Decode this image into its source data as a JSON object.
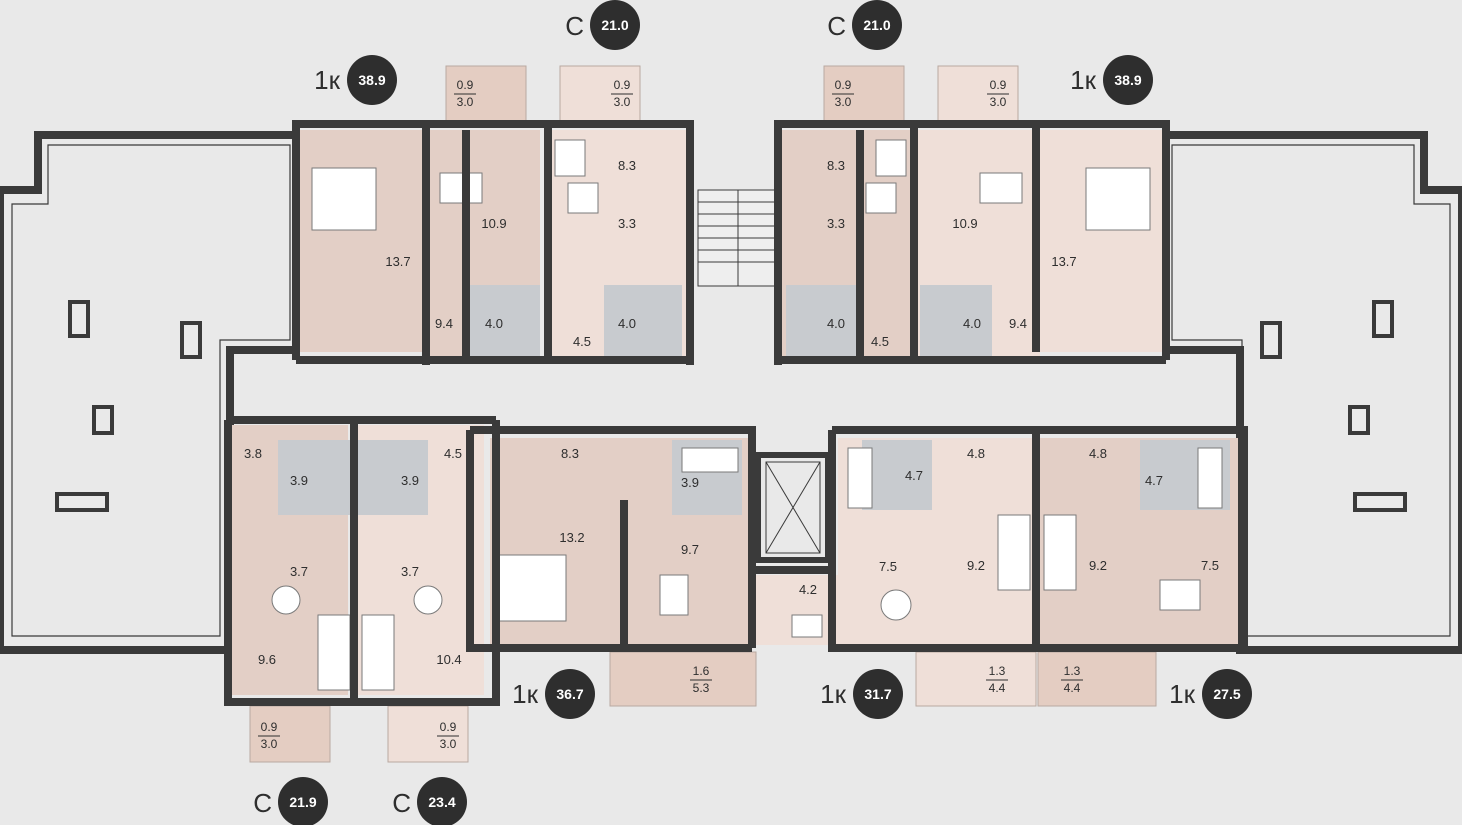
{
  "colors": {
    "background": "#e9e9e9",
    "wall": "#3a3a3a",
    "floor_wood": "#e3cfc6",
    "floor_herringbone": "#efdfd8",
    "bathroom": "#c8cbcf",
    "balcony": "#e4cdc2",
    "badge": "#2e2e2e",
    "badge_text": "#ffffff"
  },
  "apartments": [
    {
      "type": "1к",
      "area": "38.9"
    },
    {
      "type": "С",
      "area": "21.0"
    },
    {
      "type": "С",
      "area": "21.0"
    },
    {
      "type": "1к",
      "area": "38.9"
    },
    {
      "type": "1к",
      "area": "36.7"
    },
    {
      "type": "1к",
      "area": "31.7"
    },
    {
      "type": "1к",
      "area": "27.5"
    },
    {
      "type": "С",
      "area": "21.9"
    },
    {
      "type": "С",
      "area": "23.4"
    }
  ],
  "balconies": [
    {
      "top": "0.9",
      "bottom": "3.0"
    },
    {
      "top": "0.9",
      "bottom": "3.0"
    },
    {
      "top": "0.9",
      "bottom": "3.0"
    },
    {
      "top": "0.9",
      "bottom": "3.0"
    },
    {
      "top": "1.6",
      "bottom": "5.3"
    },
    {
      "top": "1.3",
      "bottom": "4.4"
    },
    {
      "top": "1.3",
      "bottom": "4.4"
    },
    {
      "top": "0.9",
      "bottom": "3.0"
    },
    {
      "top": "0.9",
      "bottom": "3.0"
    }
  ],
  "room_areas": [
    "13.7",
    "10.9",
    "9.4",
    "4.0",
    "8.3",
    "3.3",
    "4.5",
    "4.0",
    "8.3",
    "3.3",
    "4.0",
    "4.5",
    "10.9",
    "4.0",
    "13.7",
    "9.4",
    "3.8",
    "3.9",
    "3.7",
    "9.6",
    "3.9",
    "3.7",
    "4.5",
    "10.4",
    "8.3",
    "13.2",
    "3.9",
    "9.7",
    "4.7",
    "4.8",
    "7.5",
    "9.2",
    "4.2",
    "4.8",
    "4.7",
    "9.2",
    "7.5"
  ]
}
